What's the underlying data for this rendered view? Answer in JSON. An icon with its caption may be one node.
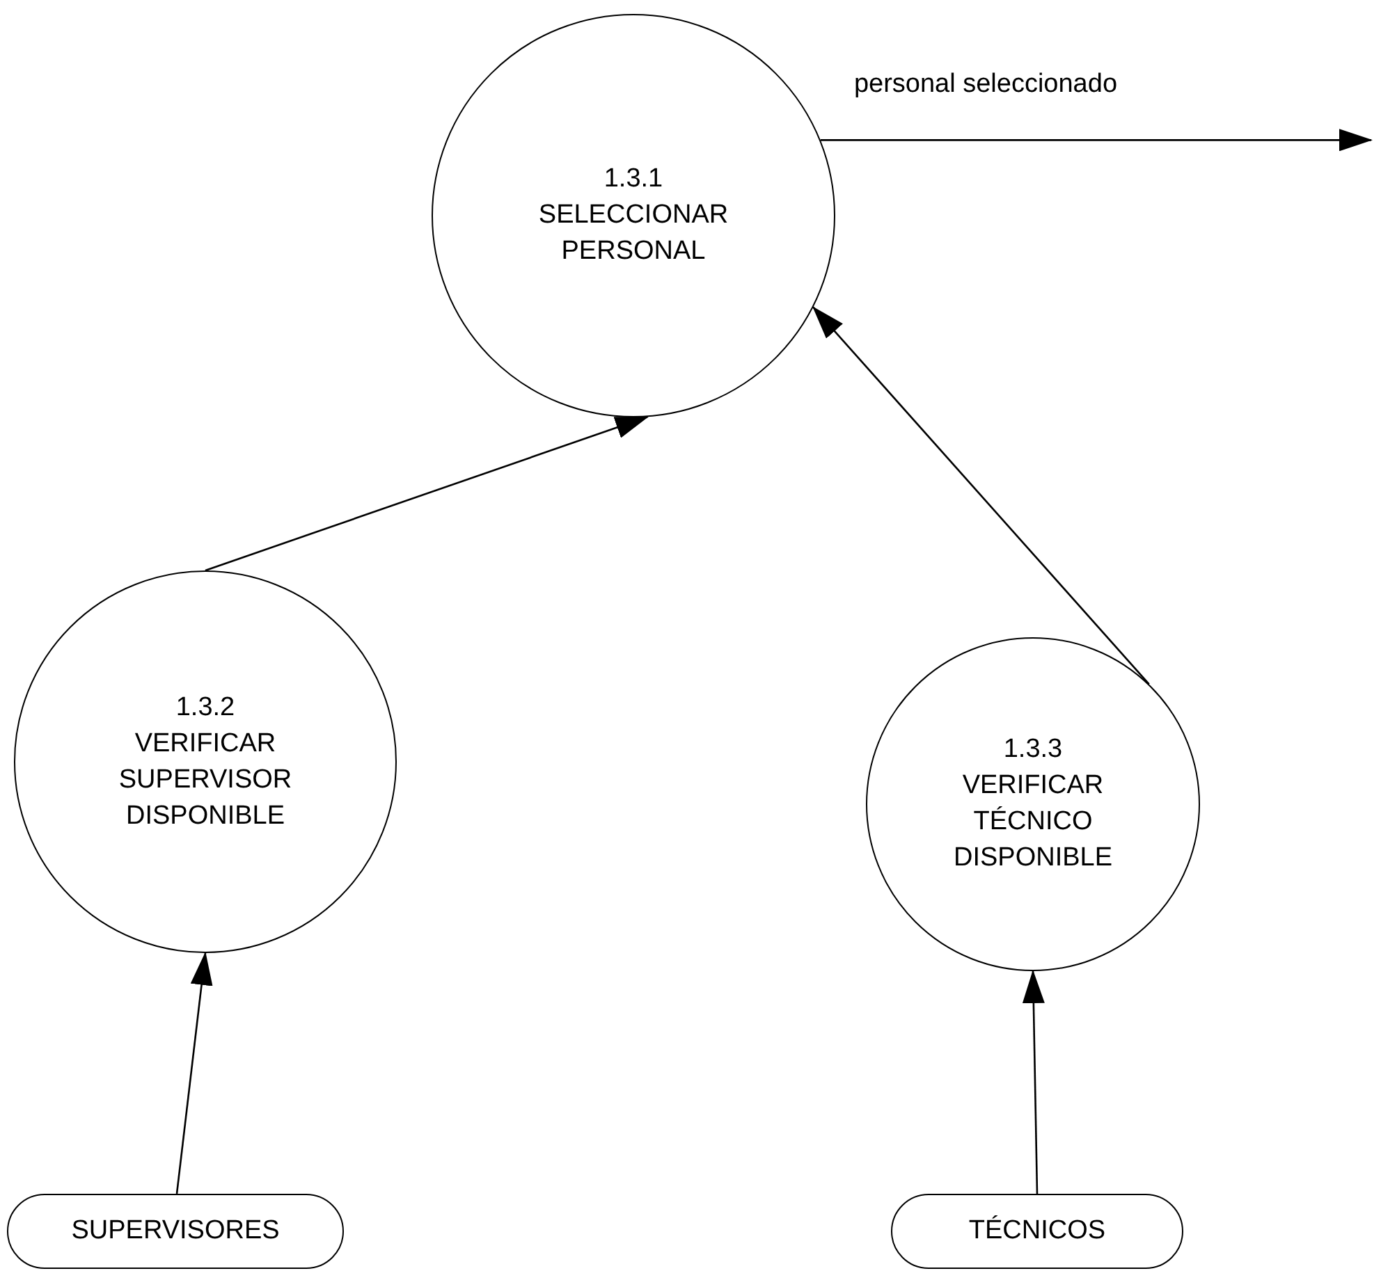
{
  "diagram": {
    "nodes": [
      {
        "text": [
          "1.3.1",
          "SELECCIONAR PERSONAL"
        ]
      },
      {
        "text": [
          "1.3.2",
          "VERIFICAR SUPERVISOR DISPONIBLE"
        ]
      },
      {
        "text": [
          "1.3.3",
          "VERIFICAR TÉCNICO DISPONIBLE"
        ]
      },
      {
        "text": [
          "SUPERVISORES"
        ]
      },
      {
        "text": [
          "TÉCNICOS"
        ]
      }
    ],
    "edges": [
      {
        "from": 0,
        "to": null,
        "arrow": "to",
        "label": "personal seleccionado"
      },
      {
        "from": 1,
        "to": 0,
        "arrow": "to"
      },
      {
        "from": 2,
        "to": 0,
        "arrow": "to"
      },
      {
        "from": 3,
        "to": 1,
        "arrow": "to"
      },
      {
        "from": 4,
        "to": 2,
        "arrow": "to"
      }
    ]
  }
}
